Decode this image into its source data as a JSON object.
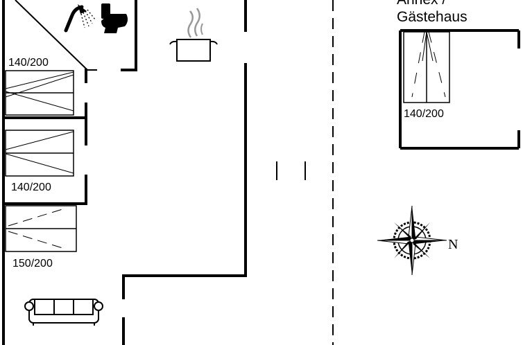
{
  "annex": {
    "title_partial": "Annex /",
    "title": "Gästehaus"
  },
  "beds": {
    "bed_top": "140/200",
    "bed_middle": "140/200",
    "bed_bottom": "150/200",
    "annex_bed": "140/200"
  },
  "compass": {
    "north": "N"
  },
  "colors": {
    "wall": "#000000",
    "background": "#ffffff"
  }
}
